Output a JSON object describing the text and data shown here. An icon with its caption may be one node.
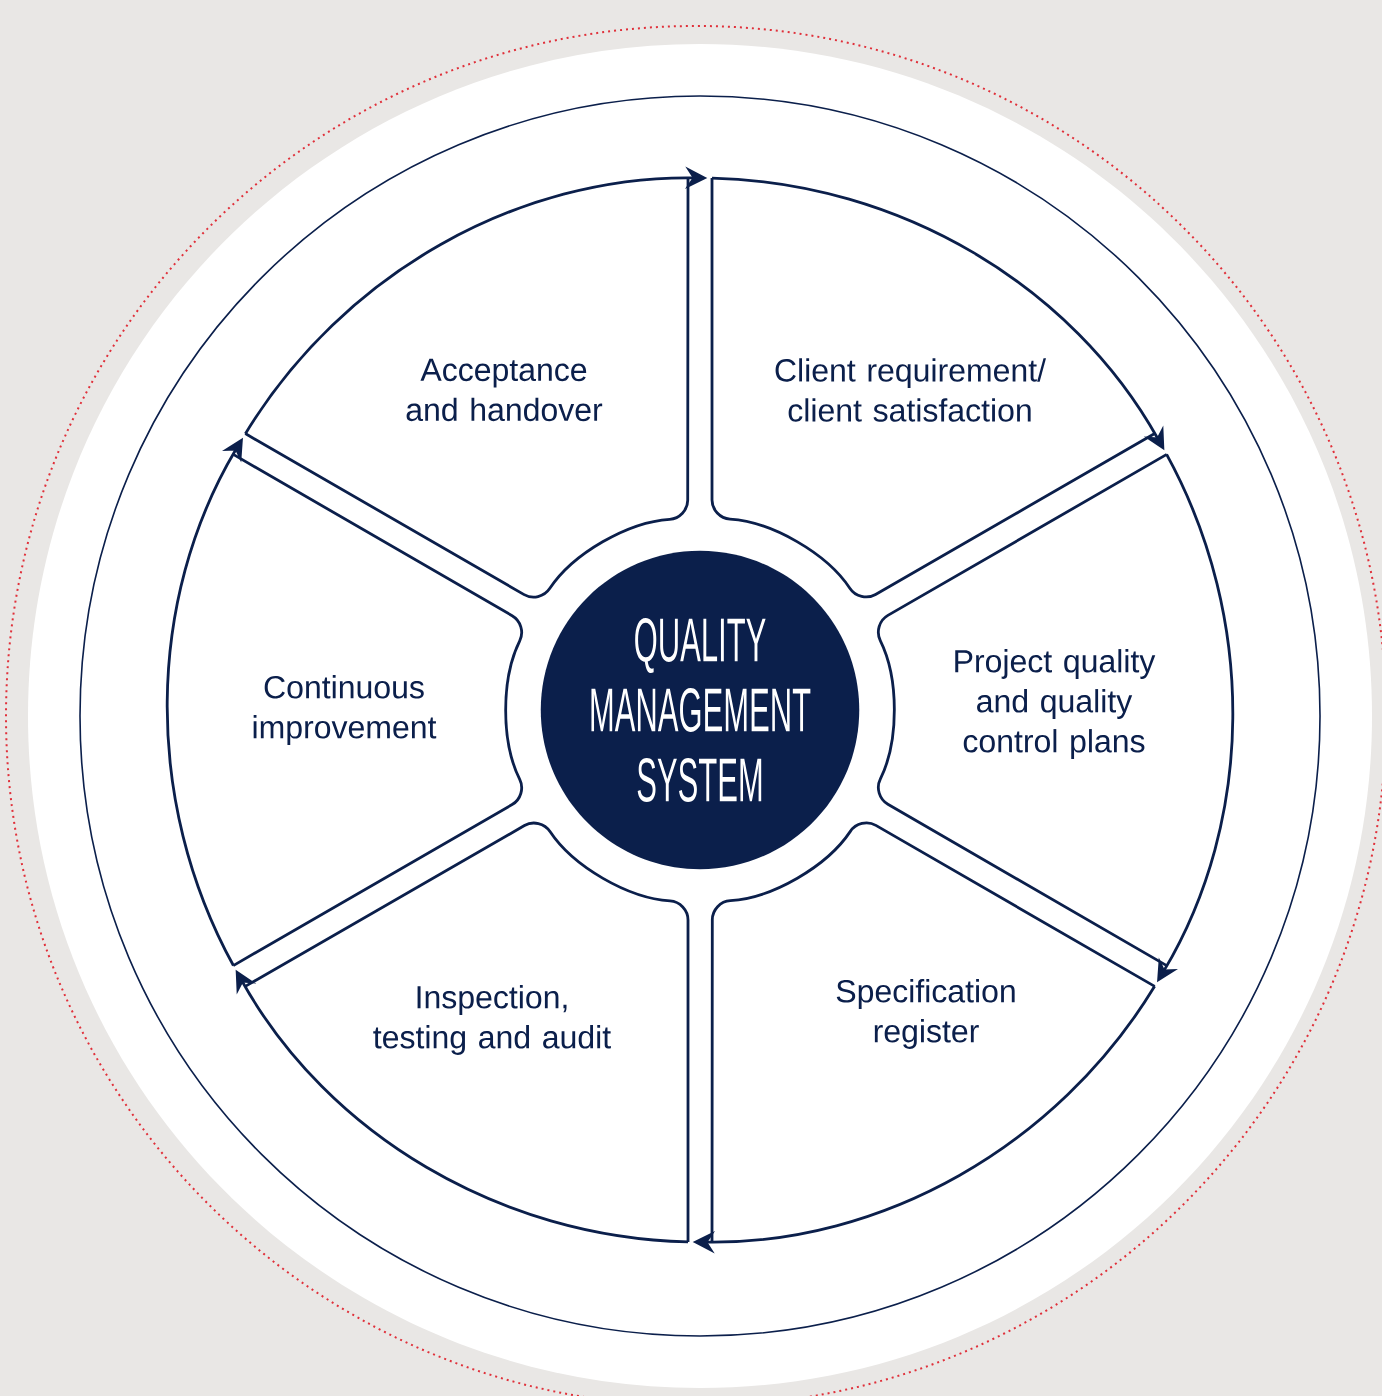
{
  "diagram": {
    "nodes": [
      {
        "text": [
          "Acceptance and handover"
        ]
      },
      {
        "text": [
          "Client requirement/ client satisfaction"
        ]
      },
      {
        "text": [
          "Project quality and quality control plans"
        ]
      },
      {
        "text": [
          "Specification register"
        ]
      },
      {
        "text": [
          "Inspection, testing and audit"
        ]
      },
      {
        "text": [
          "Continuous improvement"
        ]
      },
      {
        "text": [
          "QUALITY MANAGEMENT SYSTEM"
        ]
      }
    ],
    "edges": [
      {
        "from": 0,
        "to": 1,
        "arrow": "to"
      },
      {
        "from": 1,
        "to": 2,
        "arrow": "to"
      },
      {
        "from": 2,
        "to": 3,
        "arrow": "to"
      },
      {
        "from": 3,
        "to": 4,
        "arrow": "to"
      },
      {
        "from": 4,
        "to": 5,
        "arrow": "to"
      },
      {
        "from": 5,
        "to": 0,
        "arrow": "to"
      }
    ]
  }
}
